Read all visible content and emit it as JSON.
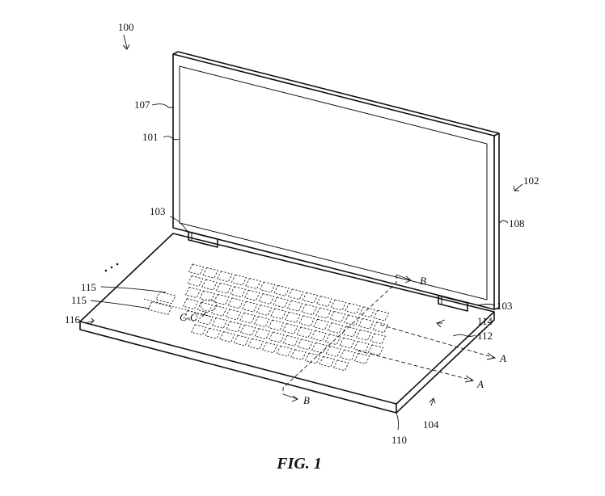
{
  "figure": {
    "caption": "FIG. 1",
    "reference_numerals": {
      "device": "100",
      "display_surface": "101",
      "display_housing": "102",
      "hinge_left": "103",
      "hinge_right": "103",
      "base": "104",
      "display_bezel": "107",
      "display_edge": "108",
      "base_front": "110",
      "key_region": "112",
      "palm_rest": "114",
      "key_left_upper": "115",
      "key_left_lower": "115",
      "base_left": "116"
    },
    "section_labels": {
      "a_top": "A",
      "a_bottom": "A",
      "b_top": "B",
      "b_bottom": "B",
      "c_section": "C-C"
    }
  }
}
